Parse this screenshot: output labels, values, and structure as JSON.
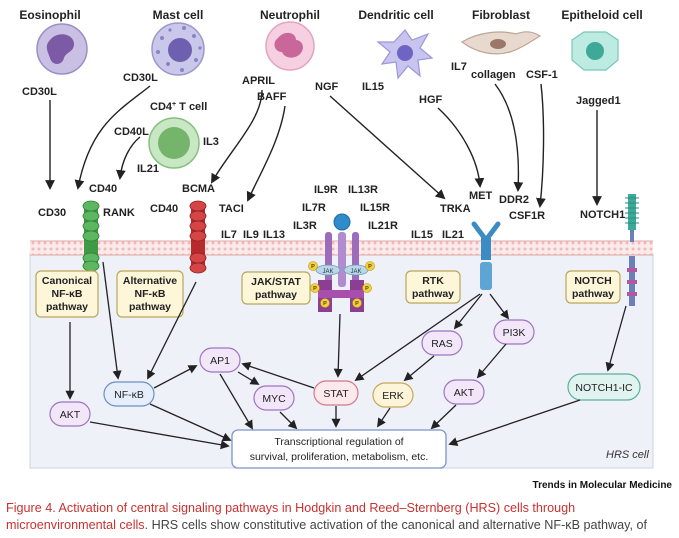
{
  "cells": {
    "eosinophil": "Eosinophil",
    "mast": "Mast cell",
    "neutrophil": "Neutrophil",
    "dendritic": "Dendritic cell",
    "fibroblast": "Fibroblast",
    "epithelioid": "Epitheloid cell",
    "cd4_main": "CD4",
    "cd4_sup": "+",
    "cd4_rest": " T cell",
    "hrs": "HRS cell"
  },
  "ligands": {
    "cd30l_a": "CD30L",
    "cd30l_b": "CD30L",
    "cd40l": "CD40L",
    "il3": "IL3",
    "il21": "IL21",
    "april": "APRIL",
    "baff": "BAFF",
    "ngf": "NGF",
    "il15": "IL15",
    "il7": "IL7",
    "collagen": "collagen",
    "csf1": "CSF-1",
    "hgf": "HGF",
    "jagged1": "Jagged1"
  },
  "receptors": {
    "cd40_top": "CD40",
    "cd30": "CD30",
    "rank": "RANK",
    "bcma": "BCMA",
    "cd40": "CD40",
    "taci": "TACI",
    "il7": "IL7",
    "il9": "IL9",
    "il13": "IL13",
    "il9r": "IL9R",
    "il13r": "IL13R",
    "il7r": "IL7R",
    "il15r": "IL15R",
    "il3r": "IL3R",
    "il21r": "IL21R",
    "il15": "IL15",
    "il21": "IL21",
    "trka": "TRKA",
    "met": "MET",
    "ddr2": "DDR2",
    "csf1r": "CSF1R",
    "notch1": "NOTCH1",
    "jak_l": "JAK",
    "jak_r": "JAK",
    "p1": "P",
    "p2": "P",
    "p3": "P",
    "p4": "P",
    "p5": "P",
    "p6": "P"
  },
  "pathways": {
    "canonical": [
      "Canonical",
      "NF-κB",
      "pathway"
    ],
    "alternative": [
      "Alternative",
      "NF-κB",
      "pathway"
    ],
    "jakstat": [
      "JAK/STAT",
      "pathway"
    ],
    "rtk": [
      "RTK",
      "pathway"
    ],
    "notch": [
      "NOTCH",
      "pathway"
    ]
  },
  "nodes": {
    "nfkb": "NF-κB",
    "akt_left": "AKT",
    "ap1": "AP1",
    "myc": "MYC",
    "stat": "STAT",
    "erk": "ERK",
    "ras": "RAS",
    "pi3k": "PI3K",
    "akt_right": "AKT",
    "notch1ic": "NOTCH1-IC"
  },
  "outcome": [
    "Transcriptional regulation of",
    "survival, proliferation, metabolism, etc."
  ],
  "credit": "Trends in Molecular Medicine",
  "caption": {
    "label": "Figure 4. Activation of central signaling pathways in Hodgkin and Reed–Sternberg (HRS) cells through",
    "label2": "microenvironmental cells.",
    "rest": " HRS cells show constitutive activation of the canonical and alternative NF-κB pathway, of"
  },
  "colors": {
    "pathway_box_fill": "#fdf6d8",
    "node_fill": "#f2e6f9",
    "stat_fill": "#fde8ec",
    "erk_fill": "#fdf4d9",
    "notch_fill": "#e0f3ee",
    "hrs_fill": "#eef1f8",
    "caption_red": "#c8322f"
  }
}
